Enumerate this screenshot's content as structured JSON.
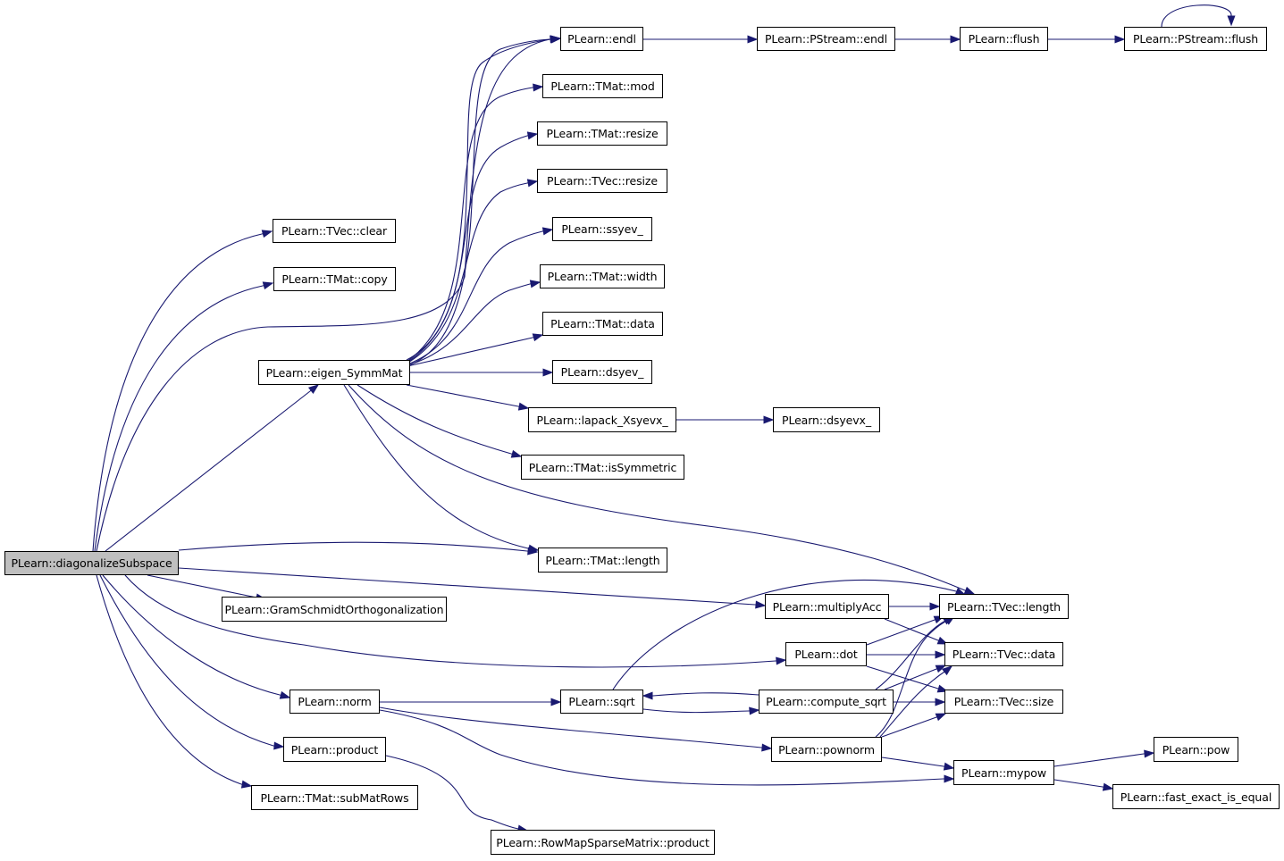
{
  "colors": {
    "edge": "#191970",
    "root_fill": "#bfbfbf",
    "node_fill": "#ffffff",
    "node_border": "#000000"
  },
  "nodes": {
    "diagonalizeSubspace": "PLearn::diagonalizeSubspace",
    "tvec_clear": "PLearn::TVec::clear",
    "tmat_copy": "PLearn::TMat::copy",
    "eigen_SymmMat": "PLearn::eigen_SymmMat",
    "endl": "PLearn::endl",
    "pstream_endl": "PLearn::PStream::endl",
    "flush": "PLearn::flush",
    "pstream_flush": "PLearn::PStream::flush",
    "tmat_mod": "PLearn::TMat::mod",
    "tmat_resize": "PLearn::TMat::resize",
    "tvec_resize": "PLearn::TVec::resize",
    "ssyev_": "PLearn::ssyev_",
    "tmat_width": "PLearn::TMat::width",
    "tmat_data": "PLearn::TMat::data",
    "dsyev_": "PLearn::dsyev_",
    "lapack_Xsyevx_": "PLearn::lapack_Xsyevx_",
    "dsyevx_": "PLearn::dsyevx_",
    "tmat_isSymmetric": "PLearn::TMat::isSymmetric",
    "tmat_length": "PLearn::TMat::length",
    "gramSchmidt": "PLearn::GramSchmidtOrthogonalization",
    "multiplyAcc": "PLearn::multiplyAcc",
    "tvec_length": "PLearn::TVec::length",
    "dot": "PLearn::dot",
    "tvec_data": "PLearn::TVec::data",
    "norm": "PLearn::norm",
    "sqrt": "PLearn::sqrt",
    "compute_sqrt": "PLearn::compute_sqrt",
    "tvec_size": "PLearn::TVec::size",
    "product": "PLearn::product",
    "pownorm": "PLearn::pownorm",
    "mypow": "PLearn::mypow",
    "pow": "PLearn::pow",
    "tmat_subMatRows": "PLearn::TMat::subMatRows",
    "fast_exact_is_equal": "PLearn::fast_exact_is_equal",
    "rowmap_product": "PLearn::RowMapSparseMatrix::product"
  }
}
